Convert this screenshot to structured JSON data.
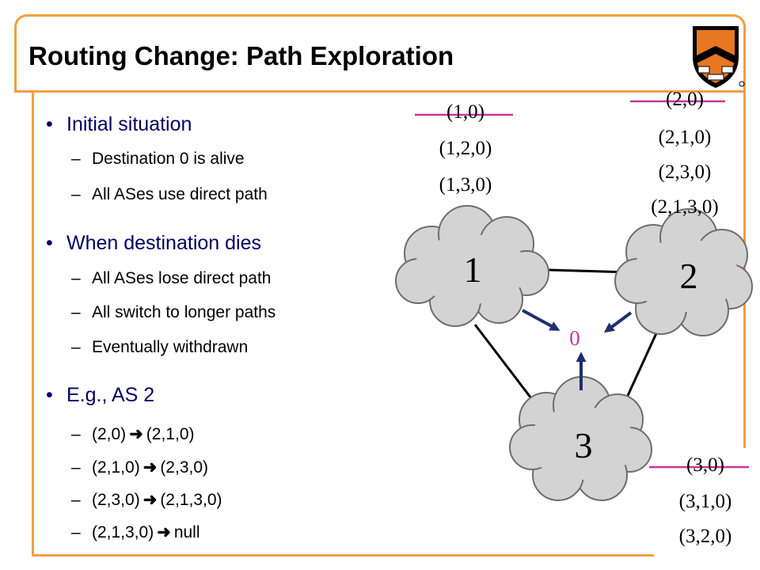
{
  "title": "Routing Change: Path Exploration",
  "bullets": [
    {
      "text": "Initial situation",
      "subs": [
        {
          "text": "Destination 0 is alive"
        },
        {
          "text": "All ASes use direct path"
        }
      ]
    },
    {
      "text": "When destination dies",
      "subs": [
        {
          "text": "All ASes lose direct path"
        },
        {
          "text": "All switch to longer paths"
        },
        {
          "text": "Eventually withdrawn"
        }
      ]
    },
    {
      "text": "E.g., AS 2",
      "subs": [
        {
          "from": "(2,0)",
          "to": "(2,1,0)"
        },
        {
          "from": "(2,1,0)",
          "to": "(2,3,0)"
        },
        {
          "from": "(2,3,0)",
          "to": "(2,1,3,0)"
        },
        {
          "from": "(2,1,3,0)",
          "to": "null"
        }
      ]
    }
  ],
  "diagram": {
    "nodes": {
      "n1": "1",
      "n2": "2",
      "n3": "3",
      "dest": "0"
    },
    "as1_paths": [
      "(1,0)",
      "(1,2,0)",
      "(1,3,0)"
    ],
    "as2_paths": [
      "(2,0)",
      "(2,1,0)",
      "(2,3,0)",
      "(2,1,3,0)"
    ],
    "as3_paths": [
      "(3,0)",
      "(3,1,0)",
      "(3,2,0)"
    ],
    "withdrawn_paths": [
      "(1,0)",
      "(2,0)",
      "(3,0)"
    ]
  },
  "colors": {
    "frame": "#F0A040",
    "bullet_text": "#000066",
    "strike": "#CC3399",
    "destination": "#CC3399",
    "arrow": "#1F2F6E",
    "cloud_fill": "#D3D3D3",
    "cloud_stroke": "#6E6E6E"
  },
  "icons": {
    "logo": "princeton-shield-logo",
    "arrow": "right-arrow-icon"
  }
}
